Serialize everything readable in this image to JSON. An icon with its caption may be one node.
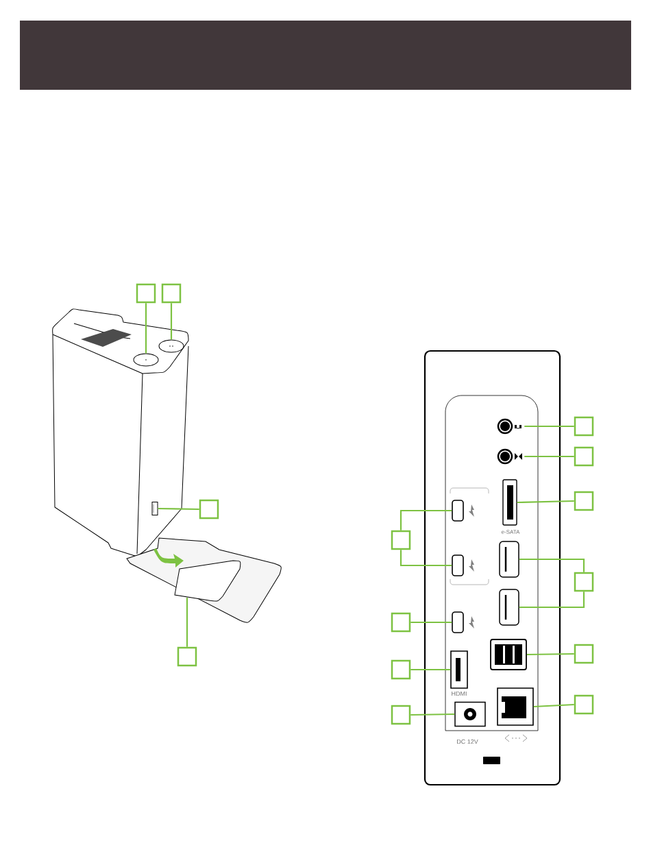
{
  "diagram": {
    "nodes": [
      {
        "text": [],
        "shape": "bar"
      },
      {
        "text": [],
        "shape": "box"
      },
      {
        "text": [],
        "shape": "box"
      },
      {
        "text": [],
        "shape": "box"
      },
      {
        "text": [],
        "shape": "box"
      },
      {
        "text": [],
        "shape": "box"
      },
      {
        "text": [],
        "shape": "box"
      },
      {
        "text": [],
        "shape": "box"
      },
      {
        "text": [],
        "shape": "box"
      },
      {
        "text": [],
        "shape": "box"
      },
      {
        "text": [],
        "shape": "box"
      },
      {
        "text": [],
        "shape": "box"
      },
      {
        "text": [],
        "shape": "box"
      },
      {
        "text": [],
        "shape": "box"
      },
      {
        "text": [],
        "shape": "box"
      },
      {
        "text": [],
        "shape": "circle"
      },
      {
        "text": [],
        "shape": "circle"
      },
      {
        "text": [],
        "shape": "circle"
      },
      {
        "text": [],
        "shape": "circle"
      },
      {
        "text": [],
        "shape": "box"
      },
      {
        "text": [],
        "shape": "box"
      },
      {
        "text": [],
        "shape": "box"
      },
      {
        "text": [],
        "shape": "box"
      },
      {
        "text": [],
        "shape": "box"
      },
      {
        "text": [],
        "shape": "box"
      },
      {
        "text": [],
        "shape": "box"
      },
      {
        "text": [],
        "shape": "box"
      },
      {
        "text": [],
        "shape": "picture"
      },
      {
        "text": [],
        "shape": "box"
      },
      {
        "text": [],
        "shape": "box"
      },
      {
        "text": [],
        "shape": "box"
      }
    ],
    "edges": [
      {
        "from": 1,
        "to": 15,
        "arrow": "none"
      },
      {
        "from": 2,
        "to": 16,
        "arrow": "none"
      },
      {
        "from": 3,
        "to": 17,
        "arrow": "none"
      },
      {
        "from": 4,
        "to": 18,
        "arrow": "none"
      },
      {
        "from": 5,
        "to": 19,
        "arrow": "none"
      },
      {
        "from": 6,
        "to": 20,
        "arrow": "none"
      },
      {
        "from": 7,
        "to": 21,
        "arrow": "none"
      },
      {
        "from": 7,
        "to": 22,
        "arrow": "none"
      },
      {
        "from": 8,
        "to": 23,
        "arrow": "none"
      },
      {
        "from": 8,
        "to": 24,
        "arrow": "none"
      },
      {
        "from": 9,
        "to": 25,
        "arrow": "none"
      },
      {
        "from": 10,
        "to": 26,
        "arrow": "none"
      },
      {
        "from": 11,
        "to": 27,
        "arrow": "none"
      },
      {
        "from": 12,
        "to": 28,
        "arrow": "none"
      },
      {
        "from": 13,
        "to": 29,
        "arrow": "none"
      },
      {
        "from": 14,
        "to": 30,
        "arrow": "none"
      }
    ],
    "labels": [
      "e-SATA",
      "HDMI",
      "DC 12V"
    ]
  }
}
